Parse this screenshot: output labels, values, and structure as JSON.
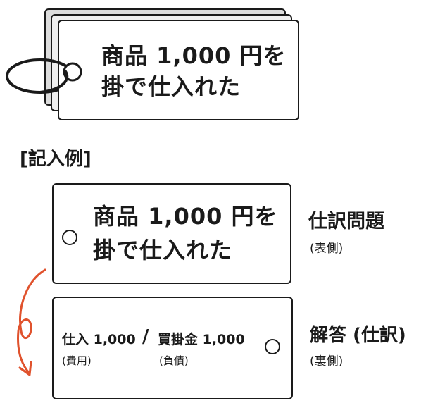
{
  "top_card": {
    "line1": "商品 1,000 円を",
    "line2": "掛で仕入れた"
  },
  "example_heading": "[記入例]",
  "front_card": {
    "line1": "商品 1,000 円を",
    "line2": "掛で仕入れた"
  },
  "front_label": {
    "title": "仕訳問題",
    "sub": "(表側)"
  },
  "back_card": {
    "debit": "仕入 1,000",
    "debit_sub": "(費用)",
    "slash": "/",
    "credit": "買掛金 1,000",
    "credit_sub": "(負債)"
  },
  "back_label": {
    "title": "解答 (仕訳)",
    "sub": "(裏側)"
  },
  "colors": {
    "ink": "#1a1a1a",
    "arrow": "#e0522d",
    "stack_back": "#dcdcdc"
  }
}
